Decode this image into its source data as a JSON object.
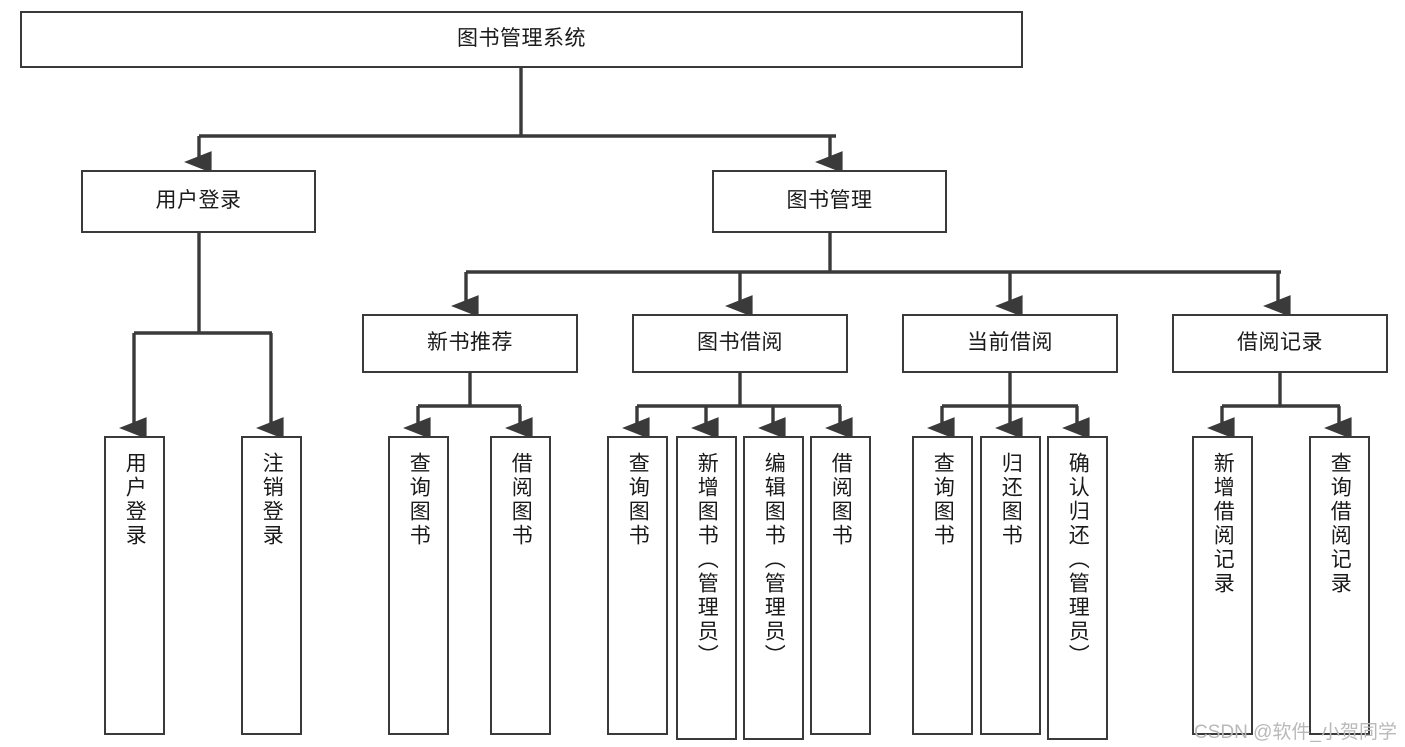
{
  "diagram": {
    "type": "tree-hierarchy",
    "title": "图书管理系统",
    "orientation": "top-down",
    "colors": {
      "box_border": "#3a3a3a",
      "box_fill": "#ffffff",
      "connector": "#3a3a3a",
      "text": "#1a1a1a",
      "watermark": "#b9b9b9",
      "background": "#ffffff"
    }
  },
  "nodes": {
    "root": {
      "label": "图书管理系统"
    },
    "level2": [
      {
        "id": "user-login",
        "label": "用户登录"
      },
      {
        "id": "book-manage",
        "label": "图书管理"
      }
    ],
    "level3": [
      {
        "id": "new-book-recommend",
        "label": "新书推荐"
      },
      {
        "id": "book-borrow",
        "label": "图书借阅"
      },
      {
        "id": "current-borrow",
        "label": "当前借阅"
      },
      {
        "id": "borrow-record",
        "label": "借阅记录"
      }
    ],
    "leaves": {
      "user-login": [
        {
          "id": "leaf-user-login",
          "label": "用户登录"
        },
        {
          "id": "leaf-user-logout",
          "label": "注销登录"
        }
      ],
      "new-book-recommend": [
        {
          "id": "leaf-query-book-1",
          "label": "查询图书"
        },
        {
          "id": "leaf-borrow-book-1",
          "label": "借阅图书"
        }
      ],
      "book-borrow": [
        {
          "id": "leaf-query-book-2",
          "label": "查询图书"
        },
        {
          "id": "leaf-add-book",
          "label": "新增图书（管理员）"
        },
        {
          "id": "leaf-edit-book",
          "label": "编辑图书（管理员）"
        },
        {
          "id": "leaf-borrow-book-2",
          "label": "借阅图书"
        }
      ],
      "current-borrow": [
        {
          "id": "leaf-query-book-3",
          "label": "查询图书"
        },
        {
          "id": "leaf-return-book",
          "label": "归还图书"
        },
        {
          "id": "leaf-confirm-return",
          "label": "确认归还（管理员）"
        }
      ],
      "borrow-record": [
        {
          "id": "leaf-add-record",
          "label": "新增借阅记录"
        },
        {
          "id": "leaf-query-record",
          "label": "查询借阅记录"
        }
      ]
    }
  },
  "watermark": {
    "text": "CSDN @软件_小贺同学"
  }
}
